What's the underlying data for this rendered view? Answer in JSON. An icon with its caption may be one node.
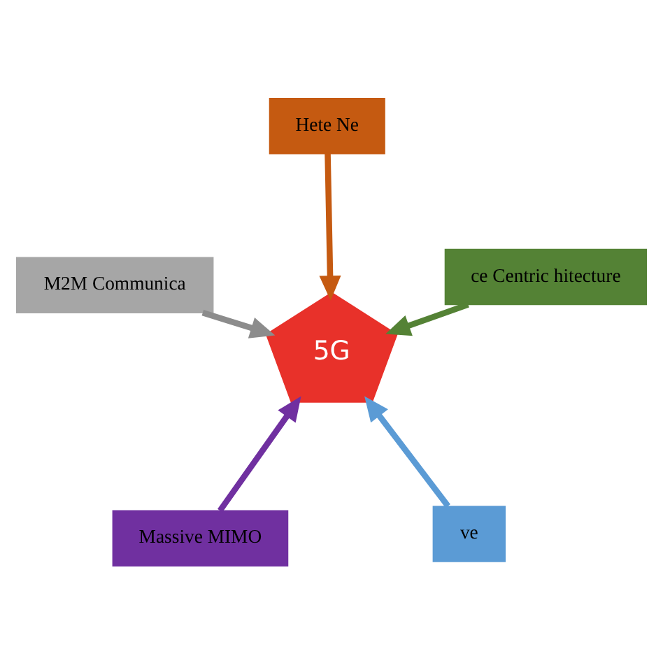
{
  "diagram": {
    "nodes": [
      {
        "text": [
          "Massive MIMO"
        ]
      },
      {
        "text": [
          "ve"
        ]
      },
      {
        "text": [
          "5G"
        ]
      },
      {
        "text": [
          "Hete Ne"
        ]
      },
      {
        "text": [
          "ce Centric hitecture"
        ]
      },
      {
        "text": [
          "M2M Communica"
        ]
      }
    ],
    "edges": [
      {
        "from": 0,
        "to": 2,
        "arrow": "to",
        "color": "#7030a0"
      },
      {
        "from": 1,
        "to": 2,
        "arrow": "to",
        "color": "#5b9bd5"
      },
      {
        "from": 3,
        "to": 2,
        "arrow": "to",
        "color": "#c55a11"
      },
      {
        "from": 4,
        "to": 2,
        "arrow": "to",
        "color": "#548235"
      },
      {
        "from": 5,
        "to": 2,
        "arrow": "to",
        "color": "#8c8c8c"
      }
    ]
  }
}
